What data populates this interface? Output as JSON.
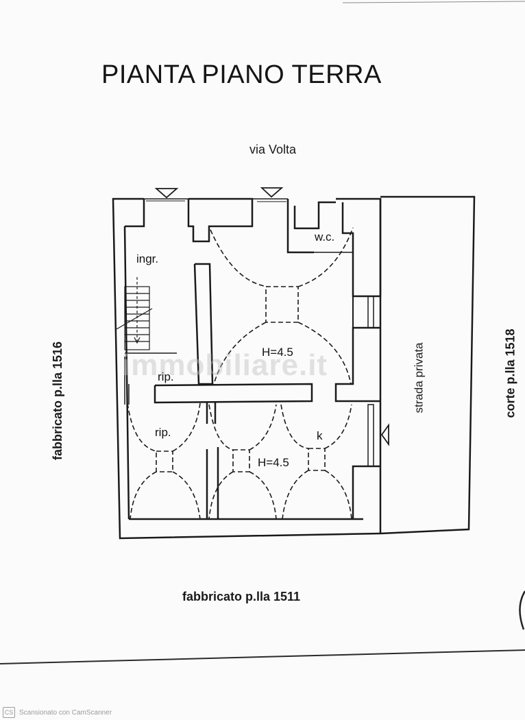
{
  "title": "PIANTA PIANO TERRA",
  "labels": {
    "street_top": "via Volta",
    "left_side": "fabbricato p.lla 1516",
    "right_side": "corte p.lla 1518",
    "bottom": "fabbricato p.lla 1511",
    "private_road": "strada privata"
  },
  "rooms": {
    "entrance": "ingr.",
    "wc": "w.c.",
    "storage_1": "rip.",
    "storage_2": "rip.",
    "kitchen": "k",
    "height_upper": "H=4.5",
    "height_lower": "H=4.5"
  },
  "watermark": "immobiliare.it",
  "footer": {
    "badge": "CS",
    "text": "Scansionato con CamScanner"
  }
}
